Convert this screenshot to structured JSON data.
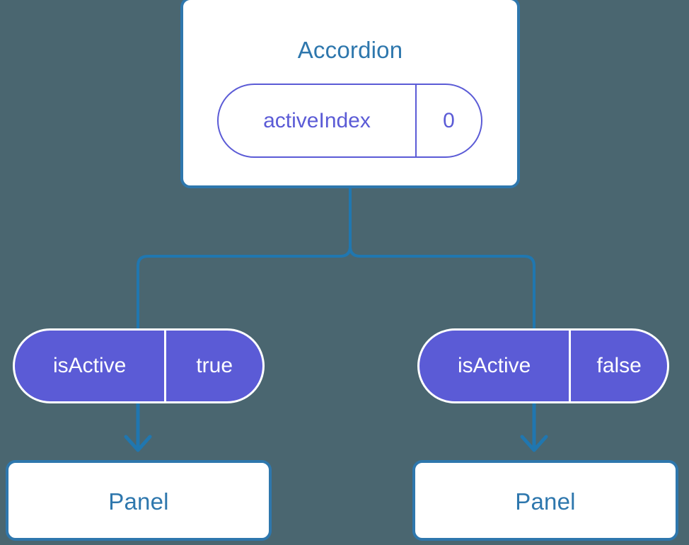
{
  "theme": {
    "background": "#4a6670",
    "card_border": "#2e77ad",
    "card_text": "#2e77ad",
    "pill_purple": "#5b5bd6",
    "connector": "#2077b0",
    "card_fill": "#ffffff"
  },
  "diagram": {
    "type": "component-tree",
    "root": {
      "title": "Accordion",
      "prop": {
        "key": "activeIndex",
        "value": "0"
      }
    },
    "branches": [
      {
        "prop": {
          "key": "isActive",
          "value": "true"
        },
        "child": {
          "title": "Panel"
        }
      },
      {
        "prop": {
          "key": "isActive",
          "value": "false"
        },
        "child": {
          "title": "Panel"
        }
      }
    ]
  }
}
